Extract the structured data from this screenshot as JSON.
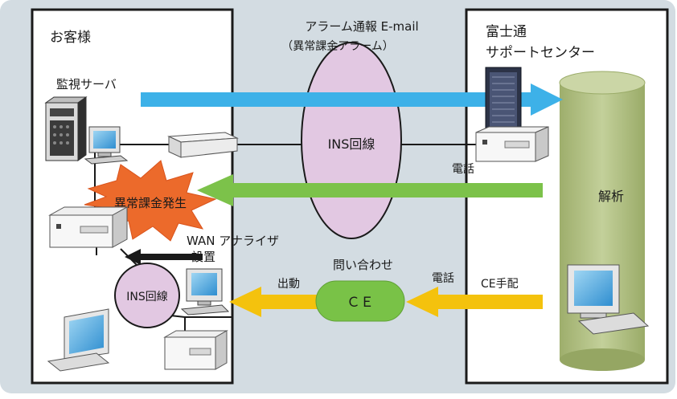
{
  "customer": {
    "title": "お客様"
  },
  "fujitsu": {
    "title_line1": "富士通",
    "title_line2": "サポートセンター"
  },
  "alarm": {
    "line1": "アラーム通報 E-mail",
    "line2": "（異常課金アラーム）"
  },
  "ins_main": "INS回線",
  "ins_small": "INS回線",
  "monitor_server": "監視サーバ",
  "phone_upper": "電話",
  "phone_lower": "電話",
  "analysis": "解析",
  "anomaly": "異常課金発生",
  "wan": {
    "line1": "WAN アナライザ",
    "line2": "設置"
  },
  "inquiry": "問い合わせ",
  "dispatch": "出動",
  "ce": "ＣＥ",
  "ce_arrangement": "CE手配",
  "colors": {
    "background": "#d3dce2",
    "panel_border": "#1a1a1a",
    "blue_arrow": "#3db1e8",
    "green_arrow": "#7cc24a",
    "yellow_arrow": "#f4c20d",
    "ellipse_fill": "#e2c8e2",
    "ce_fill": "#79c247",
    "cylinder_fill": "#b9c78f",
    "burst_fill": "#ec6a2b"
  },
  "icons": [
    "pc-tower-icon",
    "crt-monitor-icon",
    "modem-icon",
    "server-rack-icon",
    "lcd-monitor-icon",
    "keyboard-icon",
    "explosion-icon"
  ]
}
